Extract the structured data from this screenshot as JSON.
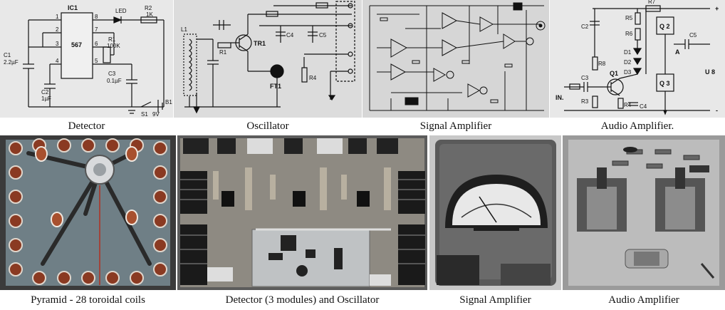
{
  "panels": {
    "detector": {
      "caption": "Detector",
      "labels": {
        "ic": "IC1",
        "chip": "567",
        "led": "LED",
        "r2": "R2",
        "r2v": "1K",
        "r1": "R1",
        "r1v": "100K",
        "c3": "C3",
        "c3v": "0.1µF",
        "c1": "C1",
        "c1v": "2.2µF",
        "c2": "C2",
        "c2v": "1µF",
        "s1": "S1",
        "bat": "9V",
        "b1": "B1",
        "p1": "1",
        "p2": "2",
        "p3": "3",
        "p4": "4",
        "p5": "5",
        "p6": "6",
        "p7": "7",
        "p8": "8"
      }
    },
    "oscillator": {
      "caption": "Oscillator",
      "labels": {
        "l1": "L1",
        "tr1": "TR1",
        "ft1": "FT1",
        "r1": "R1",
        "r4": "R4",
        "c4": "C4",
        "c5": "C5"
      }
    },
    "signal_amp_schematic": {
      "caption": "Signal Amplifier"
    },
    "audio_amp_schematic": {
      "caption": "Audio Amplifier.",
      "labels": {
        "r7": "R7",
        "r5": "R5",
        "r6": "R6",
        "r3": "R3",
        "r4": "R4",
        "r8": "R8",
        "c2": "C2",
        "c3": "C3",
        "c4": "C4",
        "c5": "C5",
        "q1": "Q1",
        "q2": "Q 2",
        "q3": "Q 3",
        "d1": "D1",
        "d2": "D2",
        "d3": "D3",
        "in": "IN.",
        "u": "U 8",
        "a": "A",
        "plus": "+",
        "minus": "-"
      }
    },
    "pyramid": {
      "caption": "Pyramid - 28 toroidal coils"
    },
    "detector_board": {
      "caption": "Detector (3 modules) and Oscillator"
    },
    "signal_amp_photo": {
      "caption": "Signal Amplifier"
    },
    "audio_amp_photo": {
      "caption": "Audio Amplifier"
    }
  }
}
